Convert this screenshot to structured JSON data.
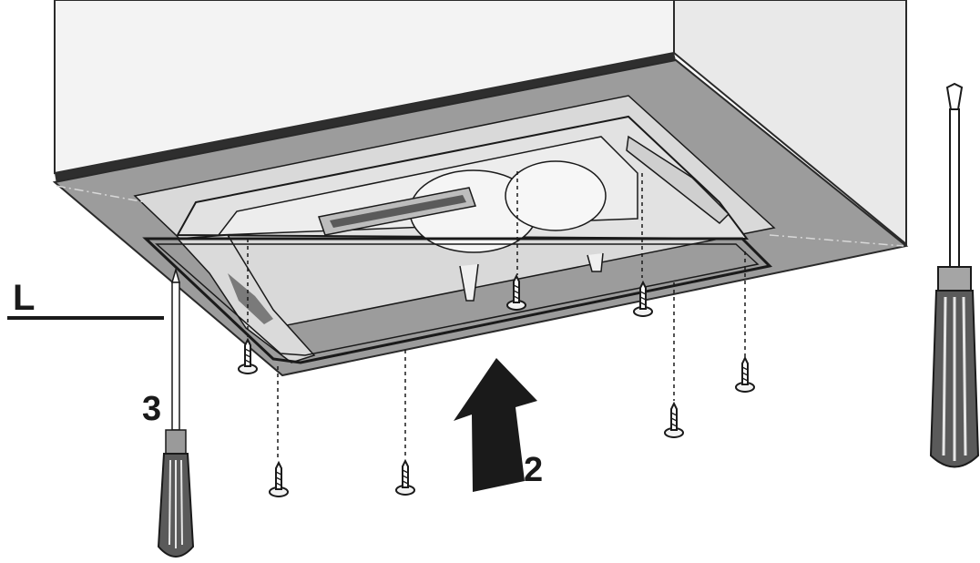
{
  "labels": {
    "level_mark": "L",
    "step_lift": "2",
    "step_screw": "3"
  },
  "colors": {
    "cabinet_fill": "#f0f0f0",
    "cabinet_bottom": "#9c9c9c",
    "cabinet_edge": "#2e2e2e",
    "hood_fill": "#e7e7e7",
    "arrow_fill": "#1a1a1a",
    "screwdriver_handle": "#5a5a5a",
    "outline": "#1a1a1a"
  },
  "icons": {
    "arrow": "up-arrow-icon",
    "screw": "screw-icon",
    "tool": "screwdriver-icon"
  },
  "screw_count": 7
}
